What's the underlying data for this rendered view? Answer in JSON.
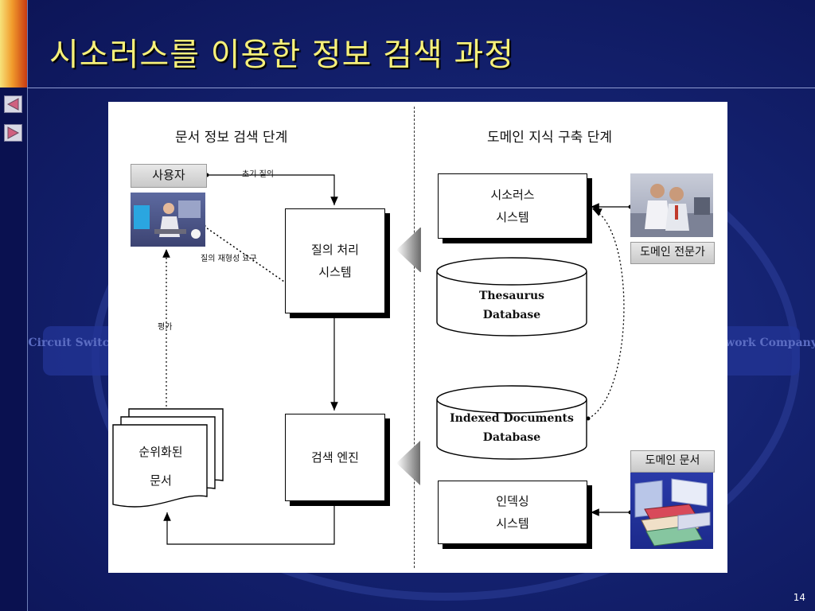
{
  "slide": {
    "title": "시소러스를 이용한 정보 검색 과정",
    "page_number": "14"
  },
  "nav": {
    "prev_icon": "triangle-left-icon",
    "next_icon": "triangle-right-icon"
  },
  "background_deco": [
    "Circuit Switching",
    "Network Company"
  ],
  "diagram": {
    "left_phase_title": "문서 정보 검색 단계",
    "right_phase_title": "도메인 지식 구축 단계",
    "user_label": "사용자",
    "initial_query_label": "초기 질의",
    "reformulation_label": "질의 재형성 요구",
    "evaluation_label": "평가",
    "query_processing": [
      "질의 처리",
      "시스템"
    ],
    "search_engine": "검색 엔진",
    "ranked_docs": [
      "순위화된",
      "문서"
    ],
    "thesaurus_system": [
      "시소러스",
      "시스템"
    ],
    "thesaurus_db": [
      "Thesaurus",
      "Database"
    ],
    "indexed_db": [
      "Indexed Documents",
      "Database"
    ],
    "indexing_system": [
      "인덱싱",
      "시스템"
    ],
    "domain_expert_label": "도메인 전문가",
    "domain_docs_label": "도메인 문서"
  },
  "colors": {
    "title": "#f6f07a",
    "background": "#142270",
    "accent": "#f19b2c"
  }
}
